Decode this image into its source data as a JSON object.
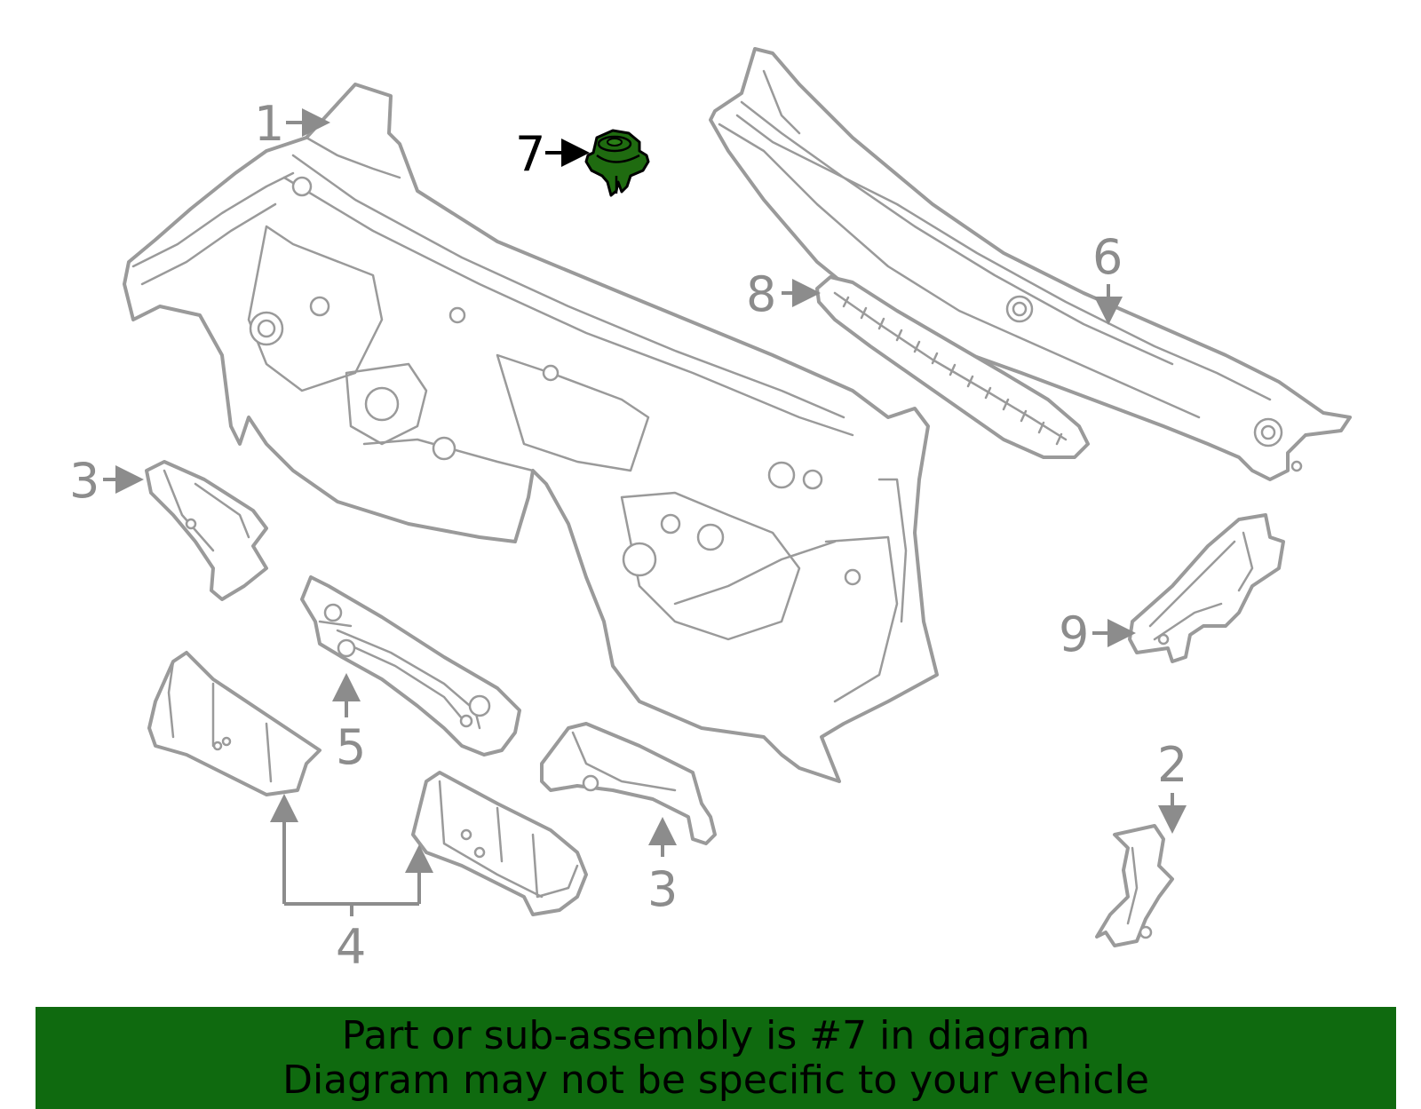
{
  "callouts": {
    "c1": "1",
    "c2": "2",
    "c3a": "3",
    "c3b": "3",
    "c4": "4",
    "c5": "5",
    "c6": "6",
    "c7": "7",
    "c8": "8",
    "c9": "9"
  },
  "highlight": {
    "part": "7",
    "color": "#1f6b10"
  },
  "banner": {
    "line1": "Part or sub-assembly is #7 in diagram",
    "line2": "Diagram may not be specific to your vehicle",
    "color": "#0f6a0f"
  }
}
